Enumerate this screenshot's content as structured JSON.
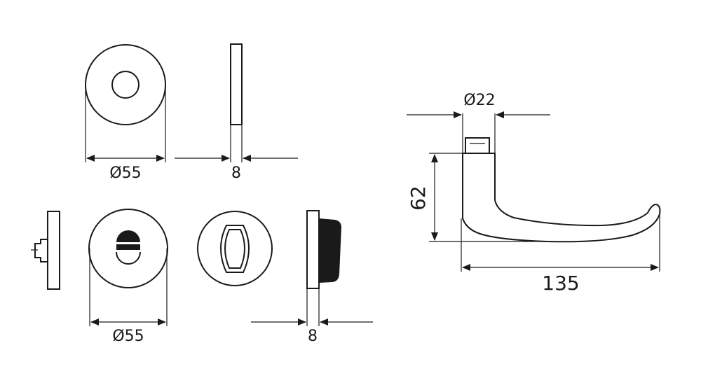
{
  "dimensions": {
    "rose_diameter": "Ø55",
    "rose_thickness": "8",
    "wc_rose_diameter": "Ø55",
    "wc_rose_thickness": "8",
    "handle_neck_diameter": "Ø22",
    "handle_height": "62",
    "handle_length": "135"
  }
}
